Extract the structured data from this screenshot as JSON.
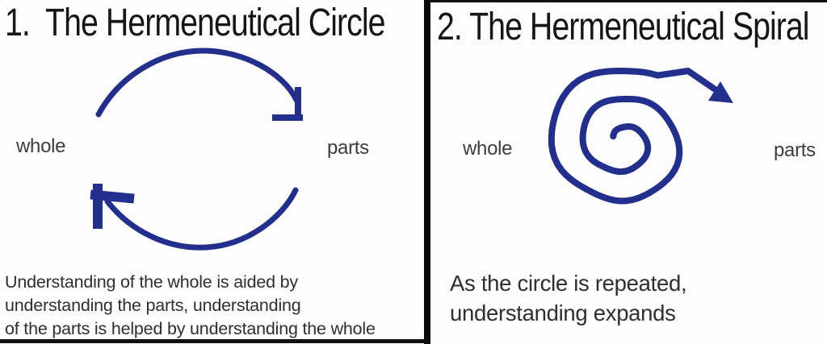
{
  "panels": {
    "left": {
      "title": "1.  The Hermeneutical Circle",
      "label_left": "whole",
      "label_right": "parts",
      "caption_lines": [
        "Understanding of the whole is aided by",
        "understanding the parts, understanding",
        "of the parts is helped by understanding the whole"
      ],
      "drawing": "hand-drawn circular arrows cycling between whole and parts"
    },
    "right": {
      "title": "2. The Hermeneutical Spiral",
      "label_left": "whole",
      "label_right": "parts",
      "caption_lines": [
        "As the circle is repeated,",
        "understanding expands"
      ],
      "drawing": "hand-drawn spiral expanding outward to an arrow"
    }
  },
  "colors": {
    "ink_blue": "#232f8d",
    "divider_black": "#0a0a0a",
    "title_text": "#161616",
    "body_text": "#2f2f2f"
  }
}
